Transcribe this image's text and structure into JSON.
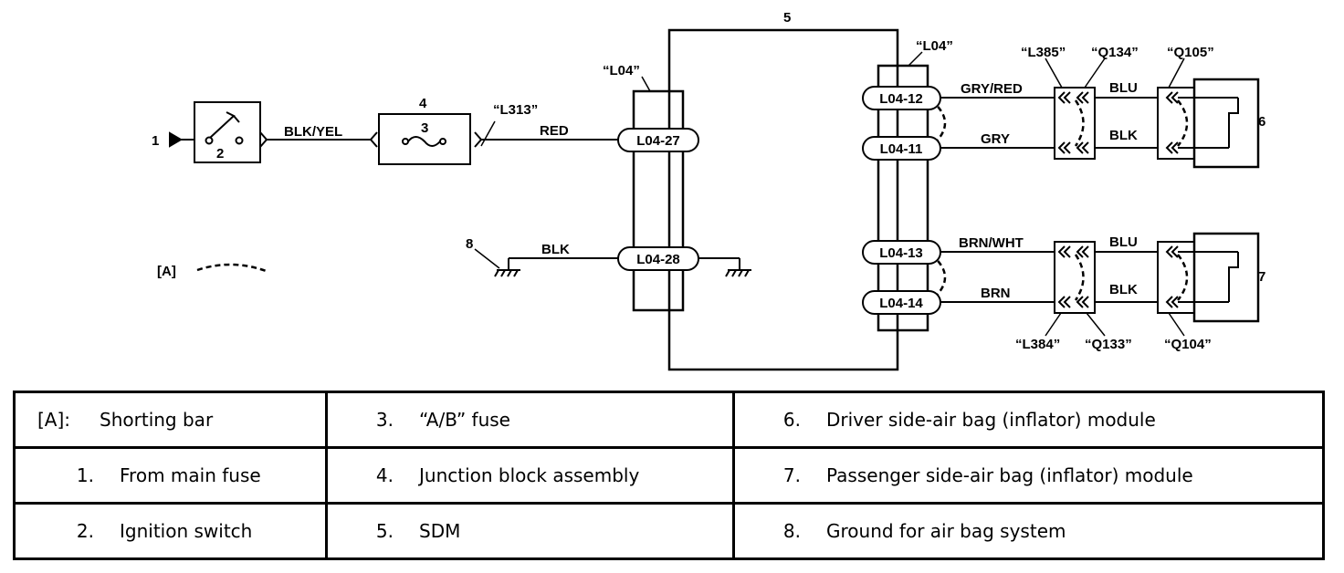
{
  "callouts": {
    "c1": "1",
    "c2": "2",
    "c3": "3",
    "c4": "4",
    "c5": "5",
    "c6": "6",
    "c7": "7",
    "c8": "8",
    "shorting_bar": "[A]"
  },
  "connectors": {
    "l04_left": "“L04”",
    "l04_right": "“L04”",
    "l313": "“L313”",
    "l385": "“L385”",
    "q134": "“Q134”",
    "q105": "“Q105”",
    "l384": "“L384”",
    "q133": "“Q133”",
    "q104": "“Q104”"
  },
  "pins": {
    "p27": "L04-27",
    "p28": "L04-28",
    "p12": "L04-12",
    "p11": "L04-11",
    "p13": "L04-13",
    "p14": "L04-14"
  },
  "wires": {
    "blk_yel": "BLK/YEL",
    "red": "RED",
    "blk_ground": "BLK",
    "gry_red": "GRY/RED",
    "gry": "GRY",
    "blu_top": "BLU",
    "blk_top": "BLK",
    "brn_wht": "BRN/WHT",
    "brn": "BRN",
    "blu_bottom": "BLU",
    "blk_bottom": "BLK"
  },
  "legend": [
    [
      {
        "num": "[A]:",
        "desc": "Shorting bar"
      },
      {
        "num": "3.",
        "desc": "“A/B” fuse"
      },
      {
        "num": "6.",
        "desc": "Driver side-air bag (inflator) module"
      }
    ],
    [
      {
        "num": "1.",
        "desc": "From main fuse"
      },
      {
        "num": "4.",
        "desc": "Junction block assembly"
      },
      {
        "num": "7.",
        "desc": "Passenger side-air bag (inflator) module"
      }
    ],
    [
      {
        "num": "2.",
        "desc": "Ignition switch"
      },
      {
        "num": "5.",
        "desc": "SDM"
      },
      {
        "num": "8.",
        "desc": "Ground for air bag system"
      }
    ]
  ]
}
